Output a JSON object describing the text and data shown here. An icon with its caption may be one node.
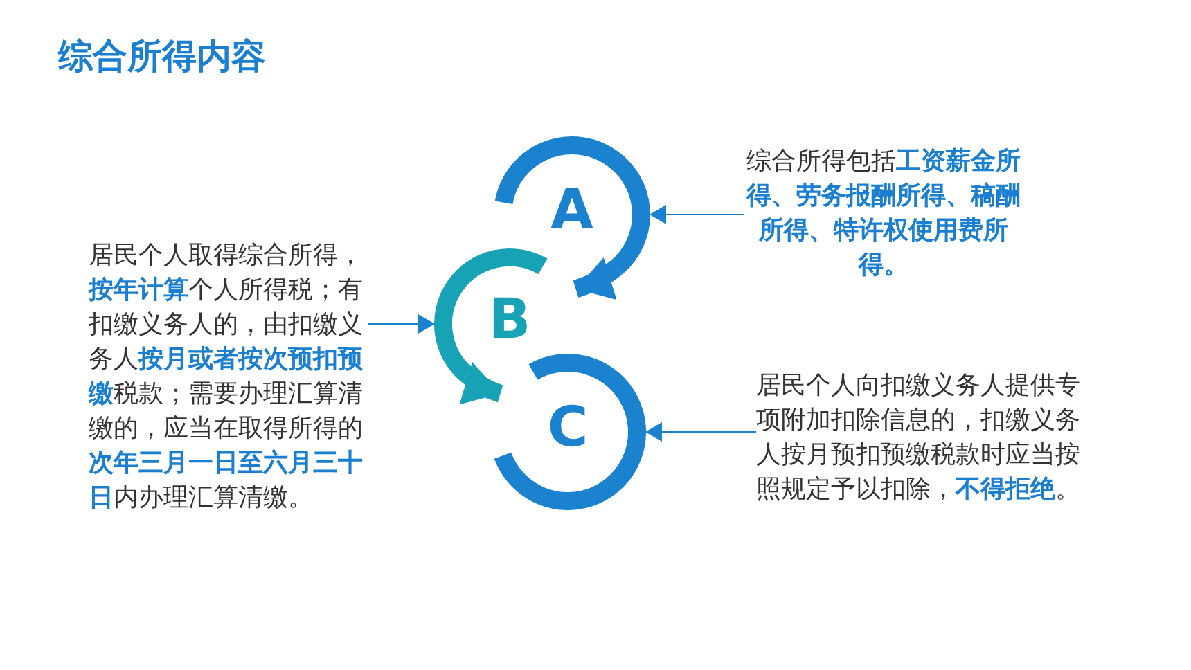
{
  "diagram": {
    "title": "综合所得内容",
    "nodes": [
      {
        "text": [
          "A"
        ]
      },
      {
        "text": [
          "B"
        ]
      },
      {
        "text": [
          "C"
        ]
      },
      {
        "text": [
          "居民个人取得综合所得，**按年计算**个人所得税；有扣缴义务人的，由扣缴义务人**按月或者按次预扣预缴**税款；需要办理汇算清缴的，应当在取得所得的**次年三月一日至六月三十日**内办理汇算清缴。"
        ]
      },
      {
        "text": [
          "综合所得包括**工资薪金所得、劳务报酬所得、稿酬所得、特许权使用费所得。**"
        ]
      },
      {
        "text": [
          "居民个人向扣缴义务人提供专项附加扣除信息的，扣缴义务人按月预扣预缴税款时应当按照规定予以扣除，**不得拒绝**。"
        ]
      }
    ],
    "edges": [
      {
        "from": 0,
        "to": 1,
        "arrow": "to",
        "style": "thick"
      },
      {
        "from": 1,
        "to": 2,
        "arrow": "to",
        "style": "thick"
      },
      {
        "from": 3,
        "to": 1,
        "arrow": "to"
      },
      {
        "from": 4,
        "to": 0,
        "arrow": "to"
      },
      {
        "from": 5,
        "to": 2,
        "arrow": "to"
      }
    ]
  }
}
